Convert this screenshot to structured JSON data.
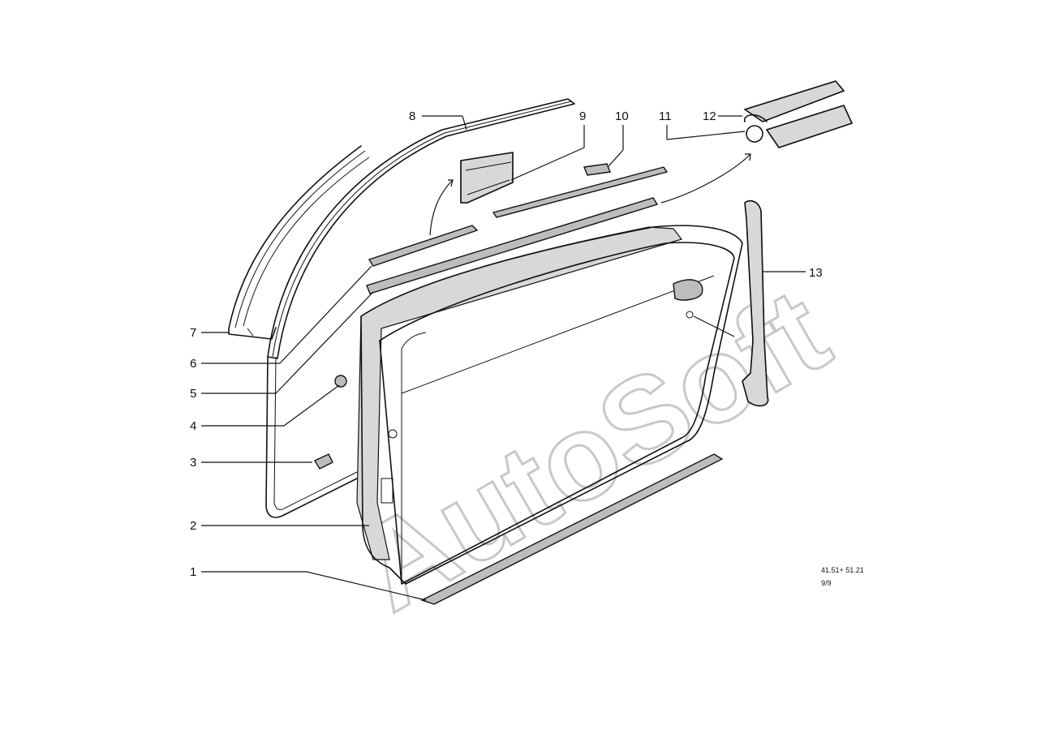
{
  "diagram": {
    "callouts": [
      {
        "id": "1",
        "label": "1"
      },
      {
        "id": "2",
        "label": "2"
      },
      {
        "id": "3",
        "label": "3"
      },
      {
        "id": "4",
        "label": "4"
      },
      {
        "id": "5",
        "label": "5"
      },
      {
        "id": "6",
        "label": "6"
      },
      {
        "id": "7",
        "label": "7"
      },
      {
        "id": "8",
        "label": "8"
      },
      {
        "id": "9",
        "label": "9"
      },
      {
        "id": "10",
        "label": "10"
      },
      {
        "id": "11",
        "label": "11"
      },
      {
        "id": "12",
        "label": "12"
      },
      {
        "id": "13",
        "label": "13"
      }
    ],
    "reference_code": "41.51+ 51.21",
    "reference_page": "9/9",
    "watermark": "AutoSoft"
  }
}
